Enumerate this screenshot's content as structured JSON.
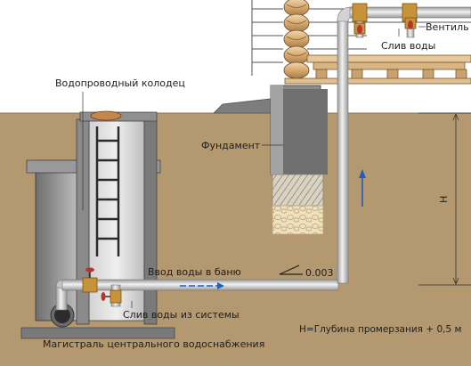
{
  "labels": {
    "well": "Водопроводный колодец",
    "foundation": "Фундамент",
    "valve": "Вентиль",
    "drain_top": "Слив воды",
    "inlet": "Ввод воды в баню",
    "slope": "0.003",
    "drain_system": "Слив воды из системы",
    "main": "Магистраль центрального водоснабжения",
    "depth_formula": "H=Глубина промерзания + 0,5 м",
    "depth_symbol": "H"
  },
  "colors": {
    "soil": "#b4986f",
    "sky": "#ffffff",
    "concrete": "#8c8c8c",
    "pipe": "#d4d4d4",
    "valve_brass": "#c8923a",
    "valve_handle": "#b5342b",
    "arrow": "#1f5fbf",
    "timber": "#dcb98c"
  }
}
